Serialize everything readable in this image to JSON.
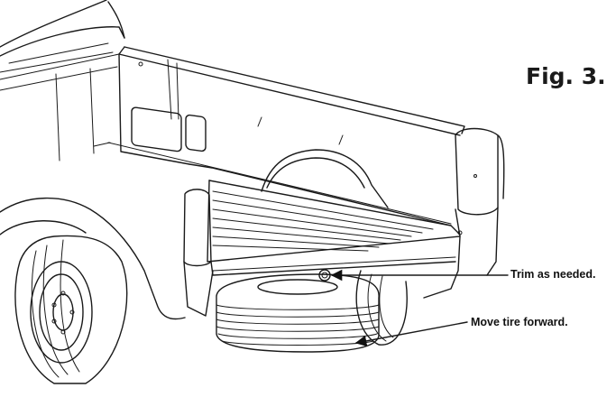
{
  "figure": {
    "label": "Fig. 3.",
    "callouts": {
      "trim": "Trim as needed.",
      "move_tire": "Move tire forward."
    }
  },
  "colors": {
    "ink": "#1a1a1a",
    "background": "#ffffff"
  }
}
